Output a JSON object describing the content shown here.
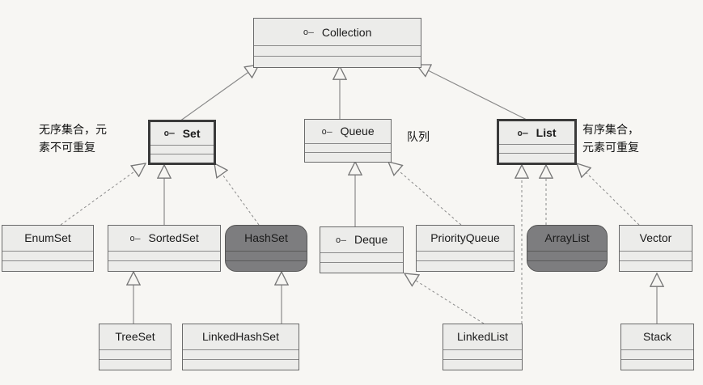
{
  "interface_marker": "o–",
  "nodes": {
    "collection": "Collection",
    "set": "Set",
    "queue": "Queue",
    "list": "List",
    "enumset": "EnumSet",
    "sortedset": "SortedSet",
    "hashset": "HashSet",
    "deque": "Deque",
    "priorityqueue": "PriorityQueue",
    "arraylist": "ArrayList",
    "vector": "Vector",
    "treeset": "TreeSet",
    "linkedhashset": "LinkedHashSet",
    "linkedlist": "LinkedList",
    "stack": "Stack"
  },
  "annotations": {
    "set_note_line1": "无序集合，元",
    "set_note_line2": "素不可重复",
    "queue_note": "队列",
    "list_note_line1": "有序集合，",
    "list_note_line2": "元素可重复"
  },
  "colors": {
    "box_fill": "#ececea",
    "highlight_fill": "#7d7d7f",
    "line": "#8a8a8a"
  }
}
